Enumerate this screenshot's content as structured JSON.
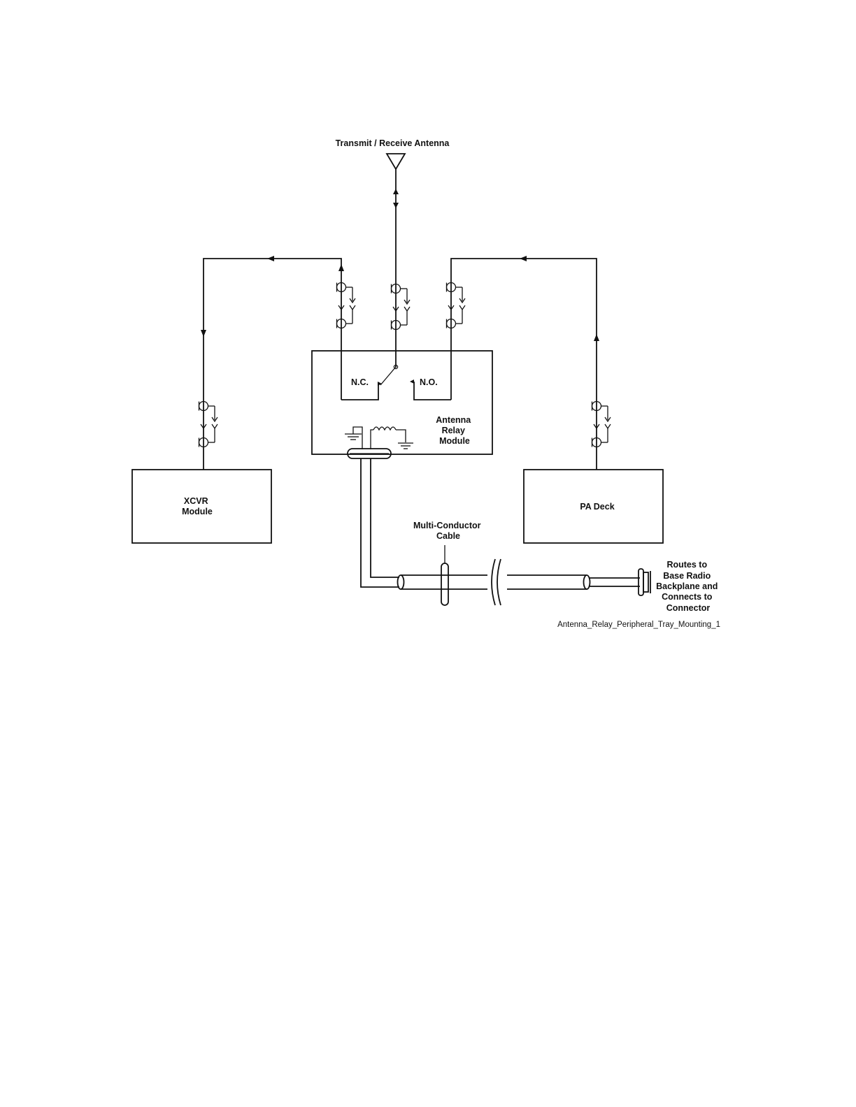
{
  "antenna": {
    "label": "Transmit / Receive Antenna"
  },
  "relay_module": {
    "label_lines": [
      "Antenna",
      "Relay",
      "Module"
    ],
    "nc_label": "N.C.",
    "no_label": "N.O."
  },
  "xcvr_module": {
    "label_lines": [
      "XCVR",
      "Module"
    ]
  },
  "pa_deck": {
    "label": "PA Deck"
  },
  "cable": {
    "label_lines": [
      "Multi-Conductor",
      "Cable"
    ]
  },
  "routes_note": {
    "lines": [
      "Routes to",
      "Base Radio",
      "Backplane and",
      "Connects to",
      "Connector"
    ]
  },
  "caption": "Antenna_Relay_Peripheral_Tray_Mounting_1"
}
